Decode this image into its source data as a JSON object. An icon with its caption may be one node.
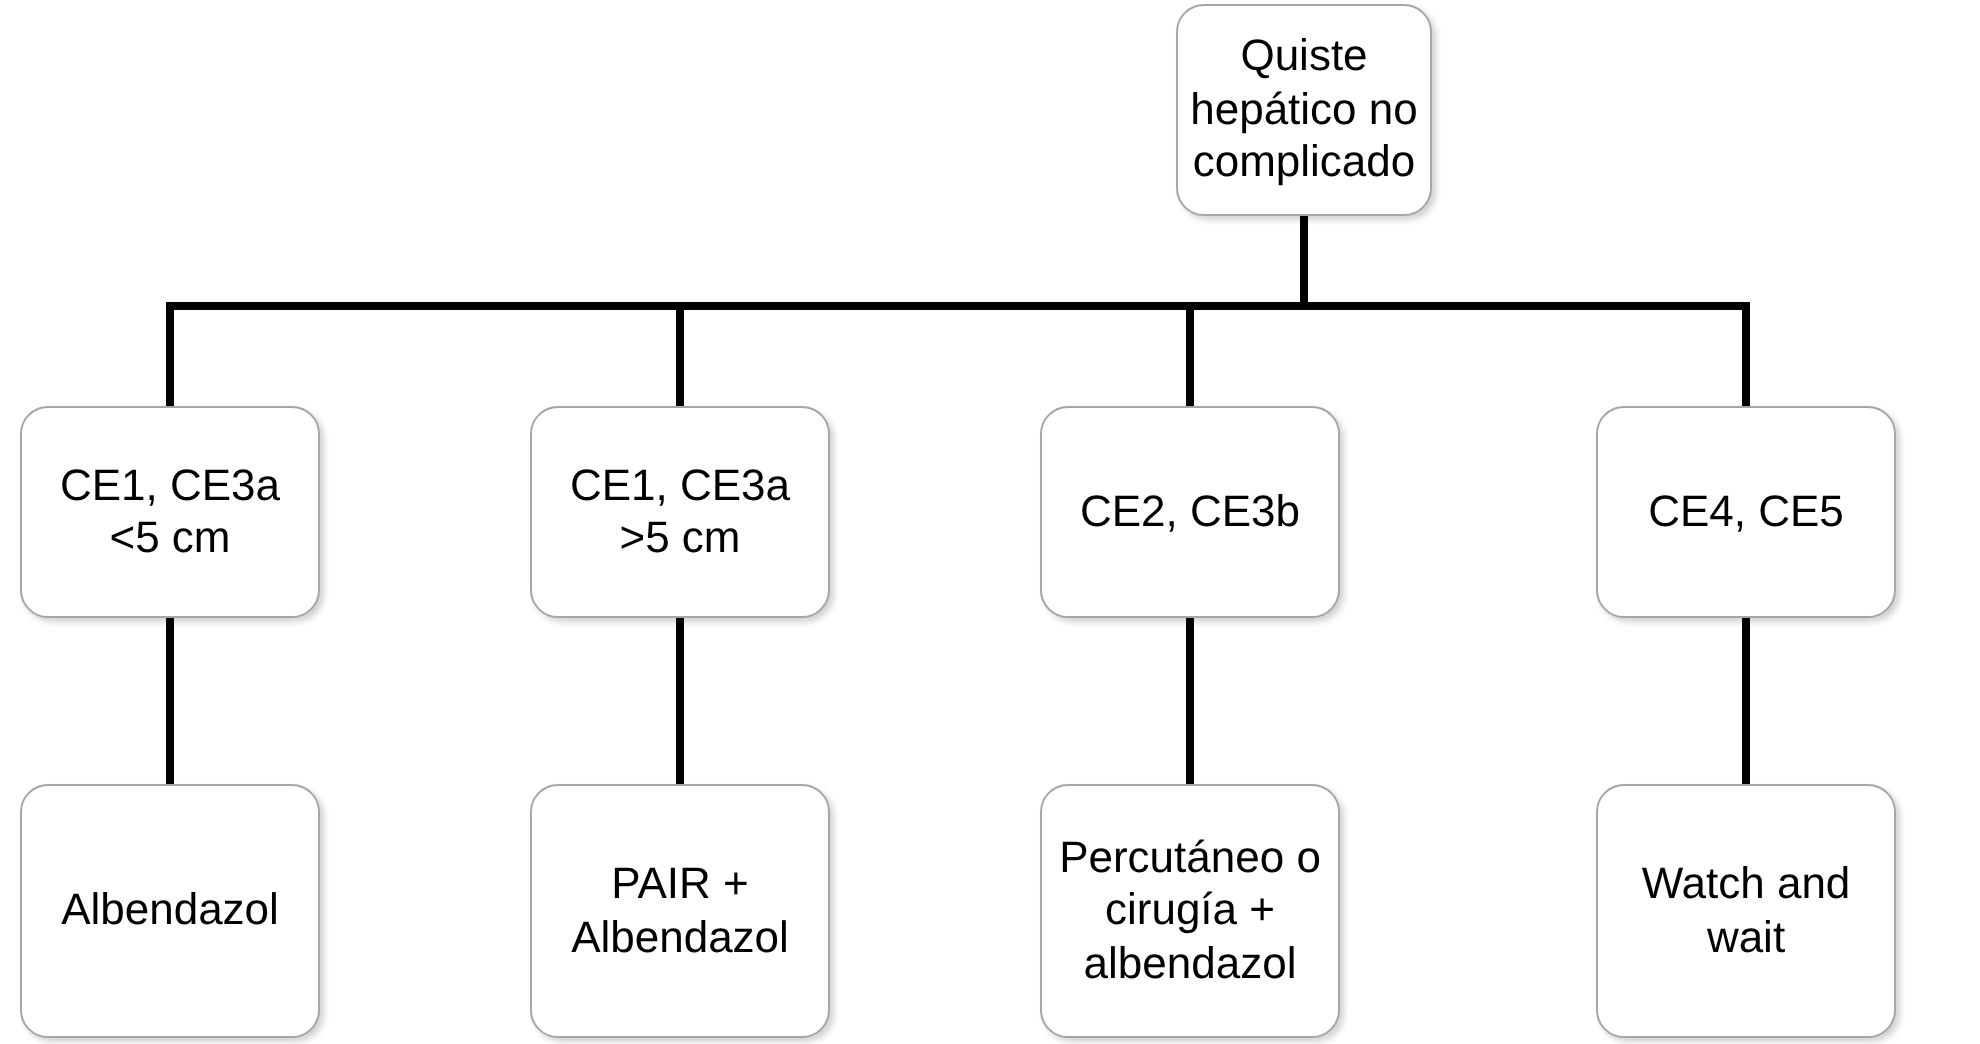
{
  "diagram": {
    "nodes": [
      {
        "text": [
          "Quiste hepático no complicado"
        ]
      },
      {
        "text": [
          "CE1, CE3a <5 cm"
        ]
      },
      {
        "text": [
          "CE1, CE3a >5 cm"
        ]
      },
      {
        "text": [
          "CE2, CE3b"
        ]
      },
      {
        "text": [
          "CE4, CE5"
        ]
      },
      {
        "text": [
          "Albendazol"
        ]
      },
      {
        "text": [
          "PAIR + Albendazol"
        ]
      },
      {
        "text": [
          "Percutáneo o cirugía + albendazol"
        ]
      },
      {
        "text": [
          "Watch and wait"
        ]
      }
    ],
    "edges": [
      {
        "from": 0,
        "to": 1,
        "arrow": "none"
      },
      {
        "from": 0,
        "to": 2,
        "arrow": "none"
      },
      {
        "from": 0,
        "to": 3,
        "arrow": "none"
      },
      {
        "from": 0,
        "to": 4,
        "arrow": "none"
      },
      {
        "from": 1,
        "to": 5,
        "arrow": "none"
      },
      {
        "from": 2,
        "to": 6,
        "arrow": "none"
      },
      {
        "from": 3,
        "to": 7,
        "arrow": "none"
      },
      {
        "from": 4,
        "to": 8,
        "arrow": "none"
      }
    ]
  }
}
